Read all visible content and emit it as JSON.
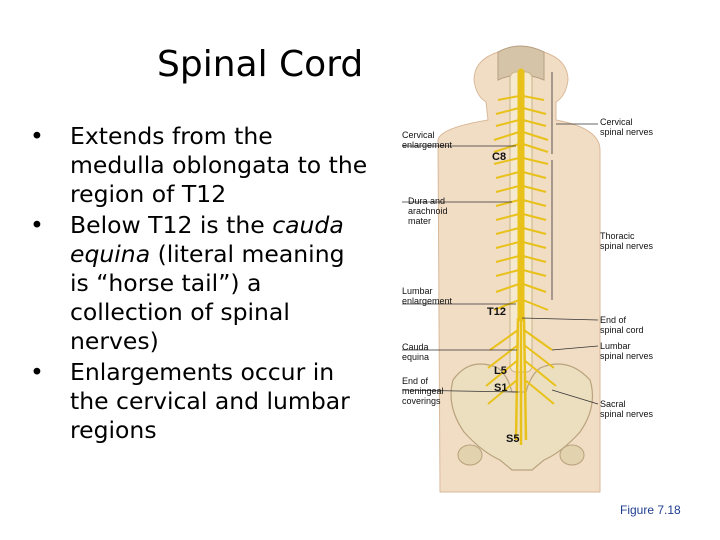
{
  "slide": {
    "title": "Spinal Cord",
    "bullets": [
      {
        "parts": [
          "Extends from the medulla oblongata to the region of T12"
        ]
      },
      {
        "parts": [
          "Below T12 is the ",
          "cauda equina",
          " (literal meaning is “horse tail”) a collection of spinal nerves)"
        ]
      },
      {
        "parts": [
          "Enlargements occur in the cervical and lumbar regions"
        ]
      }
    ],
    "bullet_glyph": "•"
  },
  "figure": {
    "labels_left": {
      "cervical_enlargement": [
        "Cervical",
        "enlargement"
      ],
      "dura_arachnoid": [
        "Dura and",
        "arachnoid",
        "mater"
      ],
      "lumbar_enlargement": [
        "Lumbar",
        "enlargement"
      ],
      "cauda_equina": [
        "Cauda",
        "equina"
      ],
      "end_meningeal": [
        "End of",
        "meningeal",
        "coverings"
      ]
    },
    "labels_right": {
      "cervical_nerves": [
        "Cervical",
        "spinal nerves"
      ],
      "thoracic_nerves": [
        "Thoracic",
        "spinal nerves"
      ],
      "end_spinal_cord": [
        "End of",
        "spinal cord"
      ],
      "lumbar_nerves": [
        "Lumbar",
        "spinal nerves"
      ],
      "sacral_nerves": [
        "Sacral",
        "spinal nerves"
      ]
    },
    "vertebra_markers": {
      "c8": "C8",
      "t12": "T12",
      "l5": "L5",
      "s1": "S1",
      "s5": "S5"
    },
    "caption": "Figure 7.18",
    "colors": {
      "skin": "#f1dcc4",
      "bone": "#ecdfc0",
      "nerve": "#e8c21a",
      "line": "#333333",
      "caption": "#1e3d8f"
    }
  }
}
